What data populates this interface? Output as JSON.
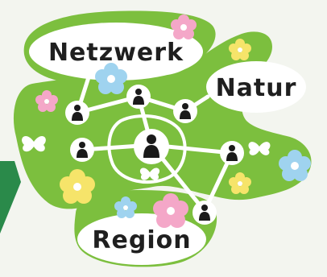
{
  "labels": {
    "netzwerk": "Netzwerk",
    "natur": "Natur",
    "region": "Region"
  },
  "colors": {
    "background": "#f3f5ef",
    "blob_green": "#7cbf3e",
    "blob_green_dark": "#5f9e2a",
    "corner_arrow": "#2a8a4a",
    "bubble_fill": "#ffffff",
    "node_fill": "#ffffff",
    "person_icon": "#1a1a1a",
    "flower_pink": "#f4a7c8",
    "flower_blue": "#9fd3ef",
    "flower_yellow": "#f6e46a"
  },
  "icons": [
    "person-icon",
    "flower-icon",
    "butterfly-icon",
    "arrow-shape"
  ]
}
